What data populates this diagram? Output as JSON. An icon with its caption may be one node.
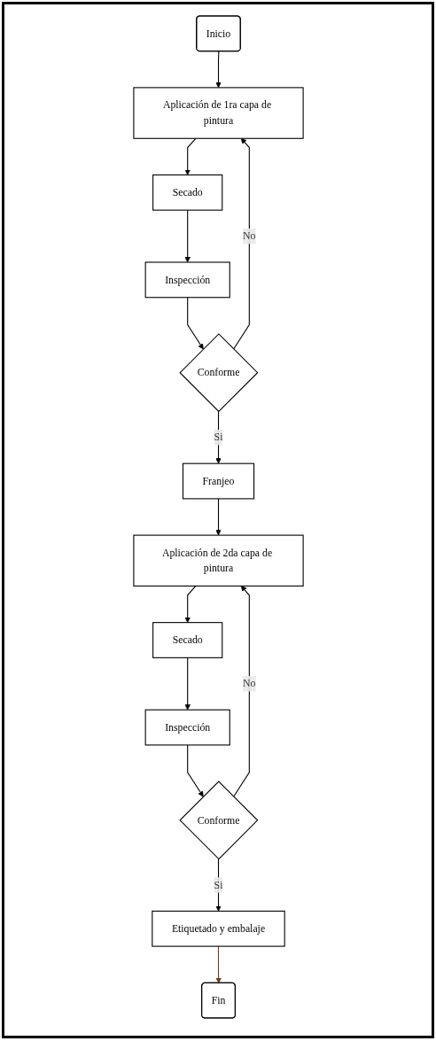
{
  "diagram": {
    "nodes": [
      {
        "text": [
          "Inicio"
        ]
      },
      {
        "text": [
          "Aplicación de 1ra capa de pintura"
        ]
      },
      {
        "text": [
          "Secado"
        ]
      },
      {
        "text": [
          "Inspección"
        ]
      },
      {
        "text": [
          "Conforme"
        ]
      },
      {
        "text": [
          "Franjeo"
        ]
      },
      {
        "text": [
          "Aplicación de 2da capa de pintura"
        ]
      },
      {
        "text": [
          "Secado"
        ]
      },
      {
        "text": [
          "Inspección"
        ]
      },
      {
        "text": [
          "Conforme"
        ]
      },
      {
        "text": [
          "Etiquetado y embalaje"
        ]
      },
      {
        "text": [
          "Fin"
        ]
      }
    ],
    "edges": [
      {
        "from": 0,
        "to": 1,
        "arrow": "to"
      },
      {
        "from": 1,
        "to": 2,
        "arrow": "to"
      },
      {
        "from": 2,
        "to": 3,
        "arrow": "to"
      },
      {
        "from": 3,
        "to": 4,
        "arrow": "to"
      },
      {
        "from": 4,
        "to": 1,
        "arrow": "to",
        "label": "No"
      },
      {
        "from": 4,
        "to": 5,
        "arrow": "to",
        "label": "Si"
      },
      {
        "from": 5,
        "to": 6,
        "arrow": "to"
      },
      {
        "from": 6,
        "to": 7,
        "arrow": "to"
      },
      {
        "from": 7,
        "to": 8,
        "arrow": "to"
      },
      {
        "from": 8,
        "to": 9,
        "arrow": "to"
      },
      {
        "from": 9,
        "to": 6,
        "arrow": "to",
        "label": "No"
      },
      {
        "from": 9,
        "to": 10,
        "arrow": "to",
        "label": "Si"
      },
      {
        "from": 10,
        "to": 11,
        "arrow": "to",
        "color": "#6b3e1f"
      }
    ]
  }
}
